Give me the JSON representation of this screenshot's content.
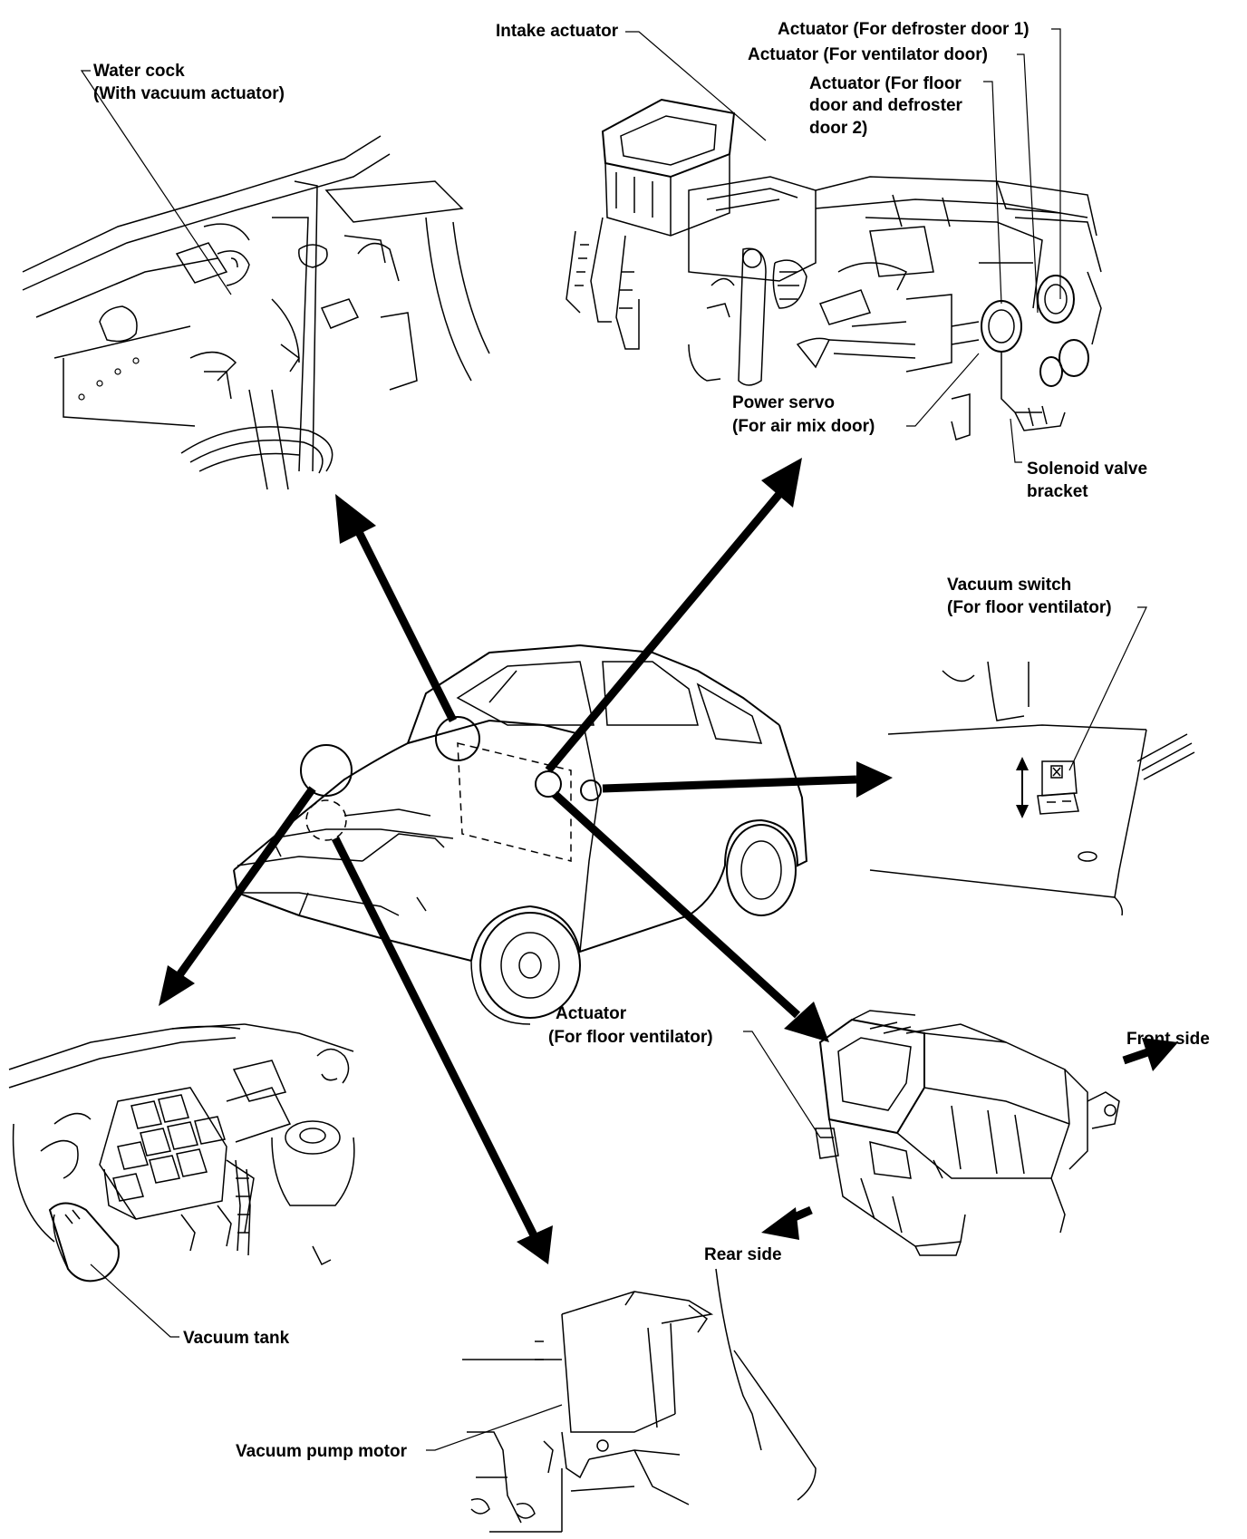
{
  "labels": {
    "water_cock": [
      "Water cock",
      "(With vacuum actuator)"
    ],
    "intake_actuator": "Intake actuator",
    "actuator_defroster_1": "Actuator (For defroster door 1)",
    "actuator_ventilator": "Actuator (For ventilator door)",
    "actuator_floor_defroster_2": [
      "Actuator (For floor",
      "door and defroster",
      "door 2)"
    ],
    "power_servo": [
      "Power servo",
      "(For air mix door)"
    ],
    "solenoid_valve_bracket": [
      "Solenoid valve",
      "bracket"
    ],
    "vacuum_switch": [
      "Vacuum switch",
      "(For floor ventilator)"
    ],
    "actuator_floor_ventilator": [
      "Actuator",
      "(For floor ventilator)"
    ],
    "front_side": "Front side",
    "rear_side": "Rear side",
    "vacuum_tank": "Vacuum tank",
    "vacuum_pump_motor": "Vacuum pump motor"
  }
}
